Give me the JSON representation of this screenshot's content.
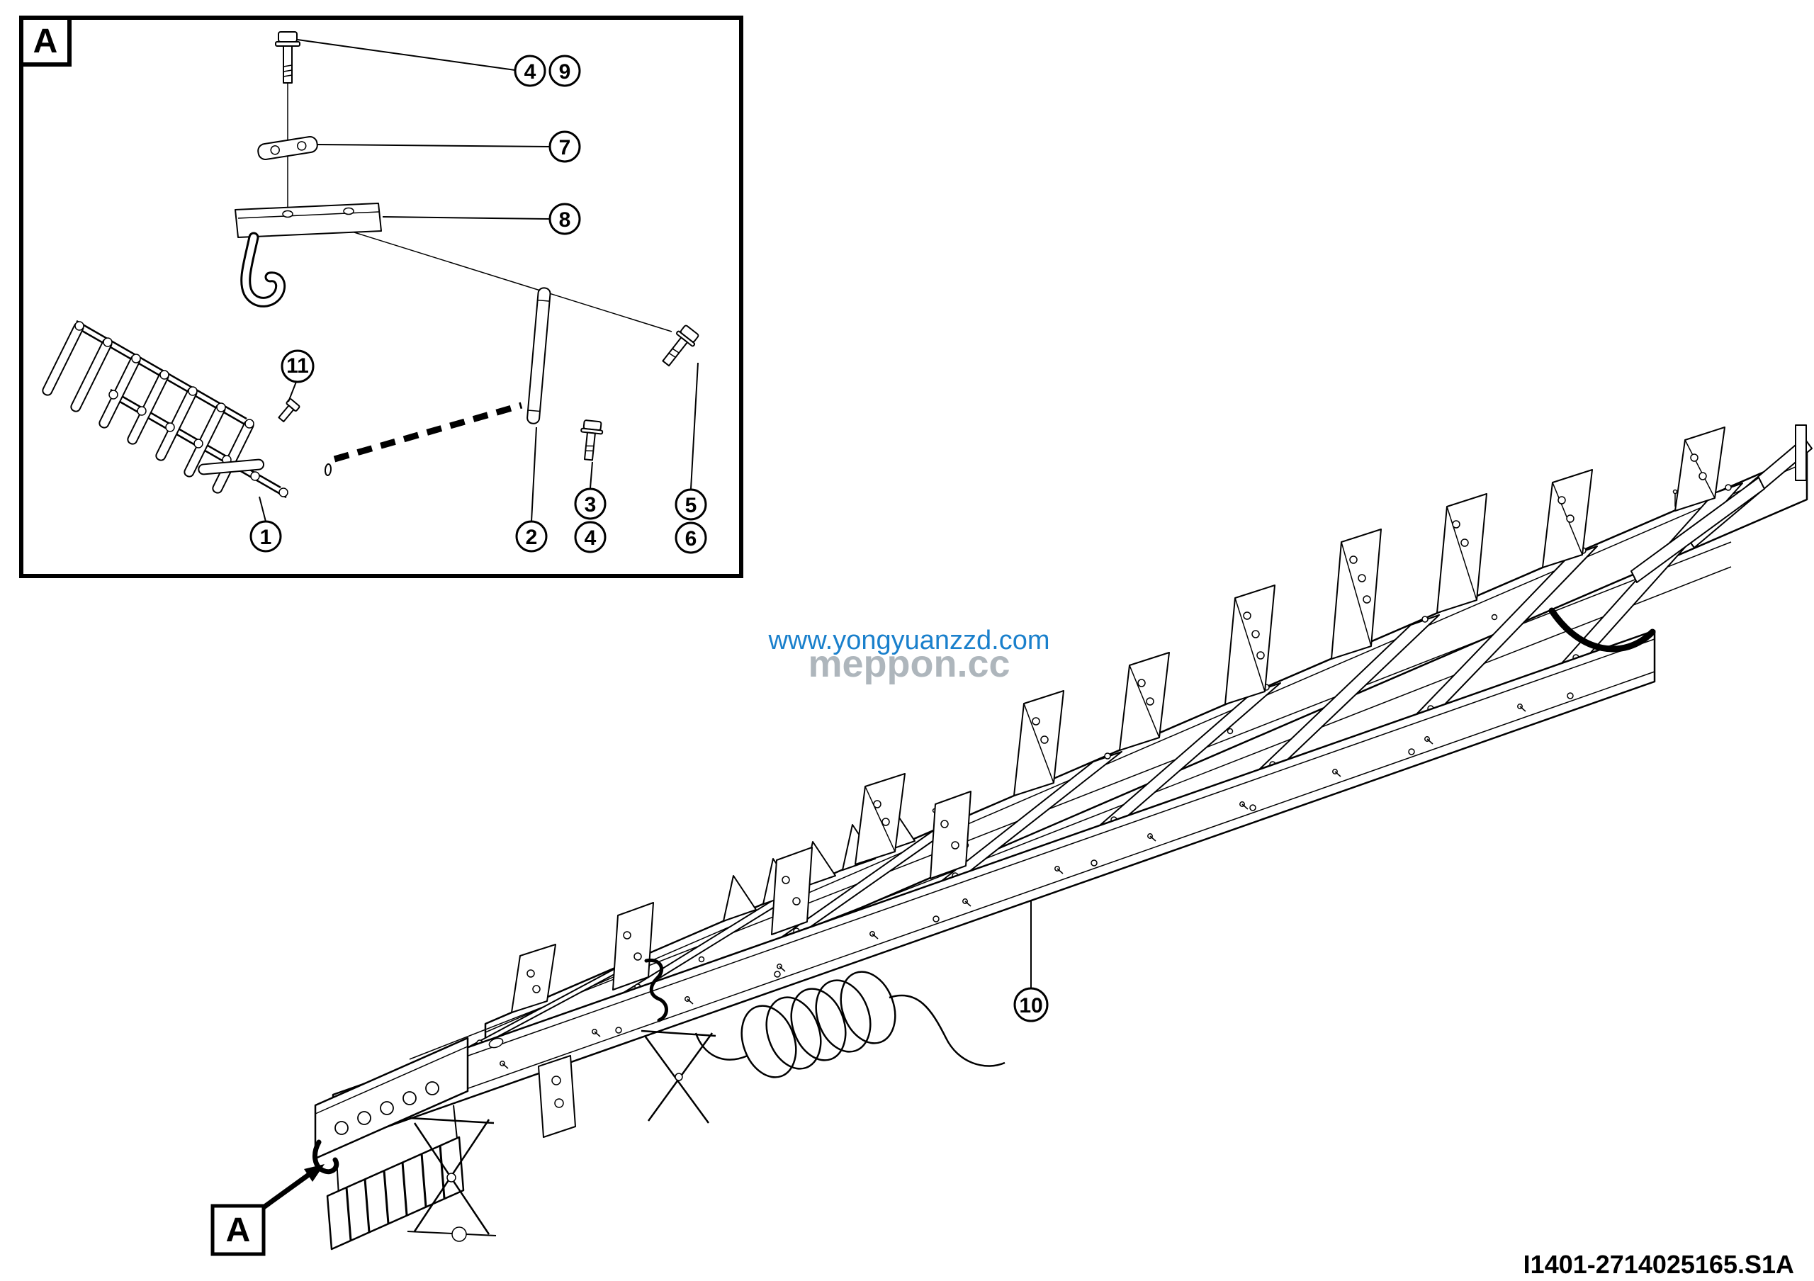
{
  "page": {
    "background": "#ffffff",
    "ink": "#000000",
    "drawing_number": "I1401-2714025165.S1A"
  },
  "watermark": {
    "url_text": "www.yongyuanzzd.com",
    "brand_text": "meppon.cc",
    "url_color": "#1a80cc",
    "brand_color": "#9aa4ac"
  },
  "detail_view": {
    "label": "A",
    "callouts": {
      "bolt_top_a": "4",
      "bolt_top_b": "9",
      "plate": "7",
      "hook_bracket": "8",
      "pin": "11",
      "grille": "1",
      "rod": "2",
      "bolt_mid_a": "3",
      "bolt_mid_b": "4",
      "bolt_right_a": "5",
      "bolt_right_b": "6"
    }
  },
  "main_view": {
    "frame_callout": "10",
    "detail_marker": "A"
  }
}
